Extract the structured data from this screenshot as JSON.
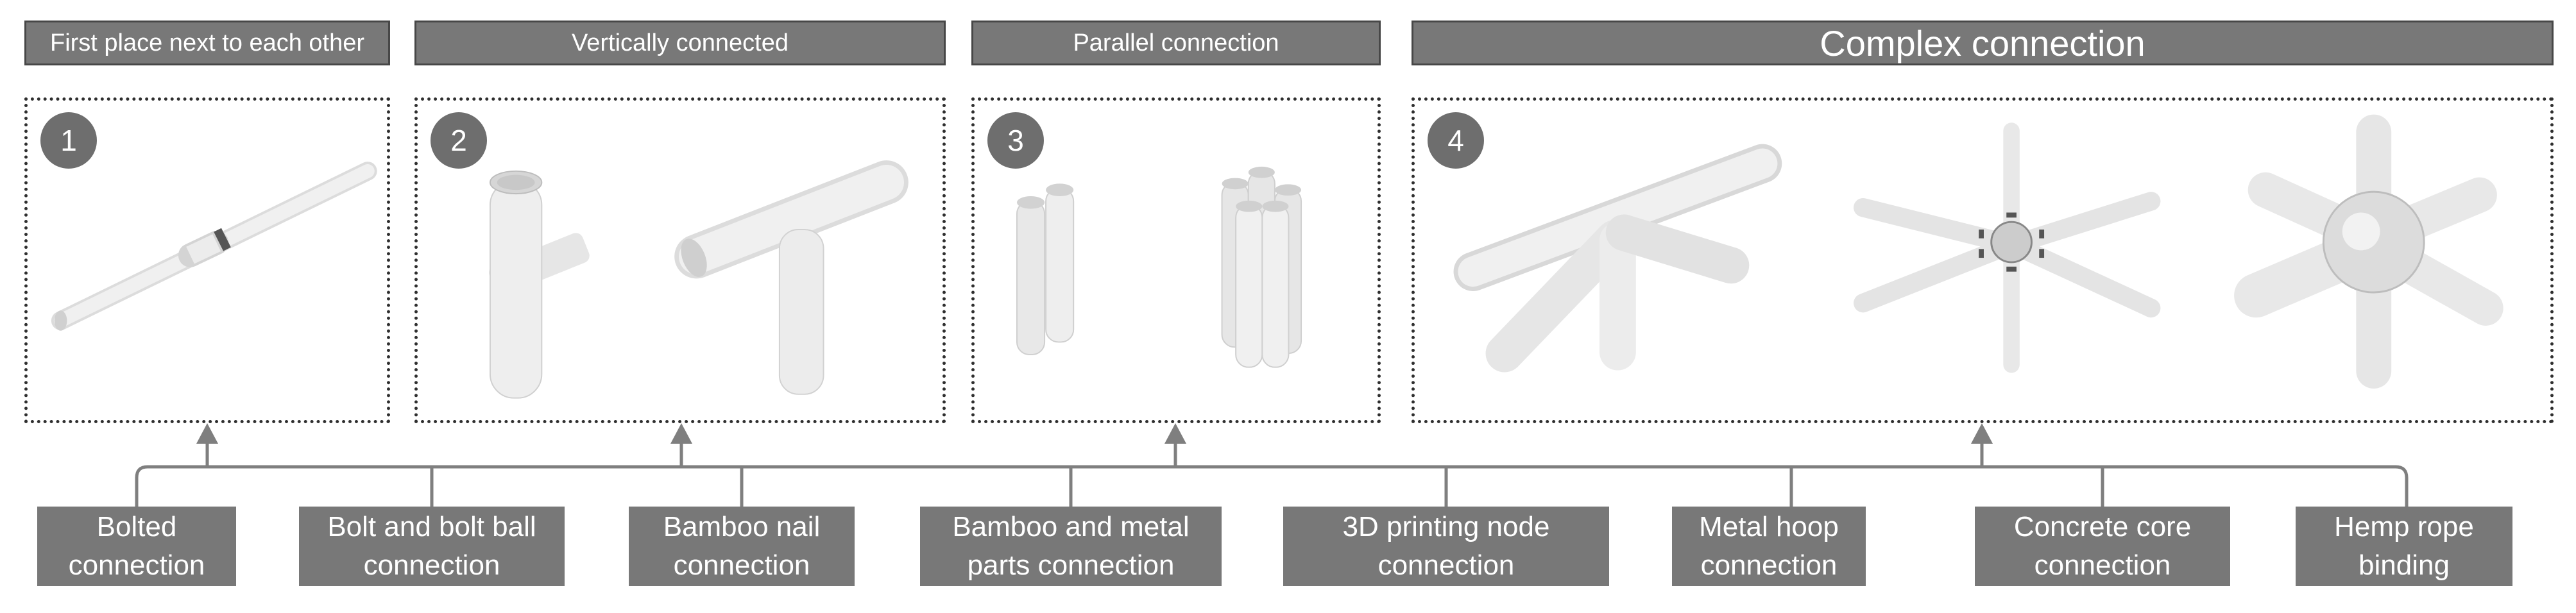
{
  "headers": {
    "h1": "First place next to each other",
    "h2": "Vertically connected",
    "h3": "Parallel connection",
    "h4": "Complex connection"
  },
  "panels": {
    "p1": "1",
    "p2": "2",
    "p3": "3",
    "p4": "4"
  },
  "methods": {
    "bolted": "Bolted\nconnection",
    "bolt_ball": "Bolt and bolt ball\nconnection",
    "bamboo_nail": "Bamboo nail\nconnection",
    "bamboo_metal": "Bamboo and metal\nparts connection",
    "printing_3d": "3D printing node\nconnection",
    "metal_hoop": "Metal hoop\nconnection",
    "concrete_core": "Concrete core\nconnection",
    "hemp_rope": "Hemp rope\nbinding"
  }
}
